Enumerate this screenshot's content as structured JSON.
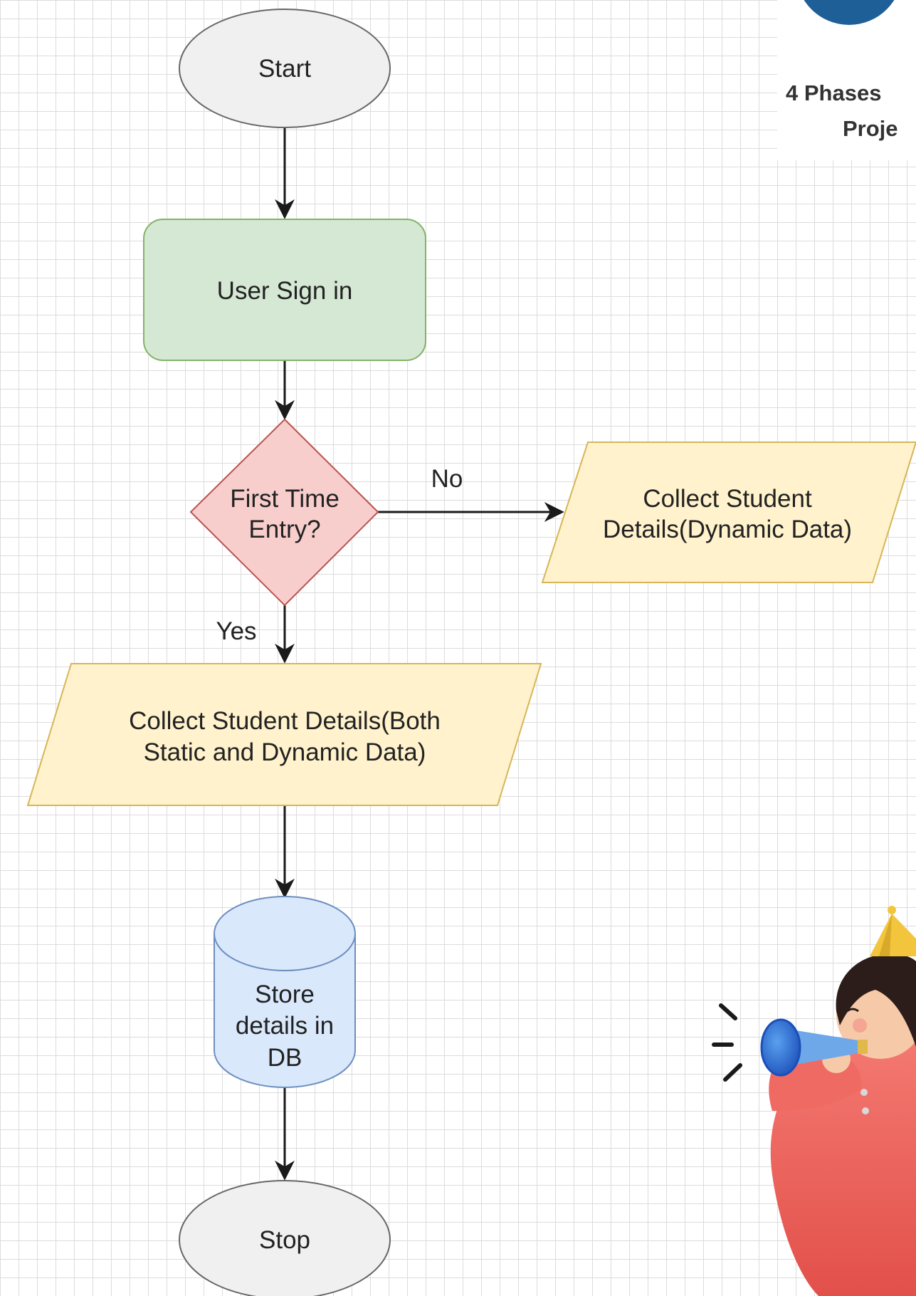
{
  "flowchart": {
    "start": "Start",
    "sign_in": "User Sign in",
    "decision": [
      "First Time",
      "Entry?"
    ],
    "no_label": "No",
    "yes_label": "Yes",
    "collect_dynamic": [
      "Collect Student",
      "Details(Dynamic Data)"
    ],
    "collect_both": [
      "Collect Student Details(Both",
      "Static and Dynamic Data)"
    ],
    "store": [
      "Store",
      "details in",
      "DB"
    ],
    "stop": "Stop"
  },
  "corner_card": {
    "title_line1": "4 Phases",
    "title_line2": "Proje"
  },
  "colors": {
    "terminal_fill": "#f0f0f0",
    "process_fill": "#d5e8d4",
    "process_stroke": "#82b366",
    "decision_fill": "#f8cecc",
    "decision_stroke": "#b85450",
    "io_fill": "#fff2cc",
    "io_stroke": "#d6b656",
    "db_fill": "#dae8fc",
    "db_stroke": "#6c8ebf",
    "accent_blue": "#1e5f97"
  },
  "illustration": "party-girl-with-horn"
}
